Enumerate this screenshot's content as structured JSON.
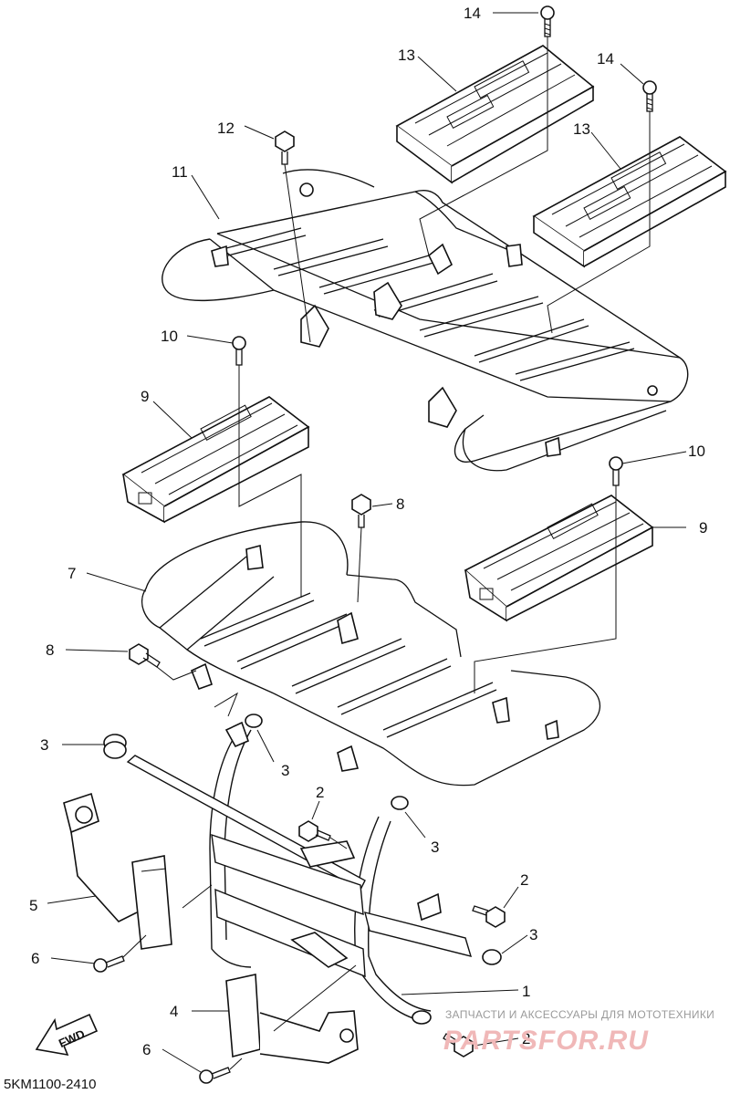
{
  "diagram": {
    "part_code": "5KM1100-2410",
    "fwd_label": "FWD",
    "watermark_top": "ЗАПЧАСТИ И АКСЕССУАРЫ ДЛЯ МОТОТЕХНИКИ",
    "watermark_brand": "PARTSFOR.RU",
    "callouts": {
      "c1": "1",
      "c2a": "2",
      "c2b": "2",
      "c2c": "2",
      "c3a": "3",
      "c3b": "3",
      "c3c": "3",
      "c3d": "3",
      "c4": "4",
      "c5": "5",
      "c6a": "6",
      "c6b": "6",
      "c7": "7",
      "c8a": "8",
      "c8b": "8",
      "c9a": "9",
      "c9b": "9",
      "c10a": "10",
      "c10b": "10",
      "c11": "11",
      "c12": "12",
      "c13a": "13",
      "c13b": "13",
      "c14a": "14",
      "c14b": "14"
    }
  }
}
